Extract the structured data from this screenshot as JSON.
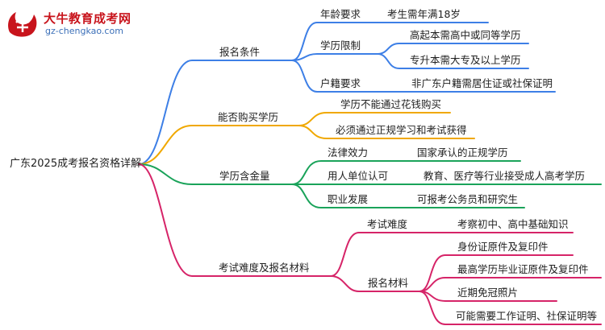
{
  "logo": {
    "title": "大牛教育成考网",
    "url": "gz-chengkao.com"
  },
  "root": "广东2025成考报名资格详解",
  "colors": {
    "branch1": "#3d7fe6",
    "branch2": "#f0a800",
    "branch3": "#1aa35a",
    "branch4": "#d62468"
  },
  "branches": [
    {
      "label": "报名条件",
      "children": [
        {
          "label": "年龄要求",
          "leaves": [
            "考生需年满18岁"
          ]
        },
        {
          "label": "学历限制",
          "leaves": [
            "高起本需高中或同等学历",
            "专升本需大专及以上学历"
          ]
        },
        {
          "label": "户籍要求",
          "leaves": [
            "非广东户籍需居住证或社保证明"
          ]
        }
      ]
    },
    {
      "label": "能否购买学历",
      "children": [
        {
          "label": "学历不能通过花钱购买",
          "leaves": []
        },
        {
          "label": "必须通过正规学习和考试获得",
          "leaves": []
        }
      ]
    },
    {
      "label": "学历含金量",
      "children": [
        {
          "label": "法律效力",
          "leaves": [
            "国家承认的正规学历"
          ]
        },
        {
          "label": "用人单位认可",
          "leaves": [
            "教育、医疗等行业接受成人高考学历"
          ]
        },
        {
          "label": "职业发展",
          "leaves": [
            "可报考公务员和研究生"
          ]
        }
      ]
    },
    {
      "label": "考试难度及报名材料",
      "children": [
        {
          "label": "考试难度",
          "leaves": [
            "考察初中、高中基础知识"
          ]
        },
        {
          "label": "报名材料",
          "leaves": [
            "身份证原件及复印件",
            "最高学历毕业证原件及复印件",
            "近期免冠照片",
            "可能需要工作证明、社保证明等"
          ]
        }
      ]
    }
  ]
}
